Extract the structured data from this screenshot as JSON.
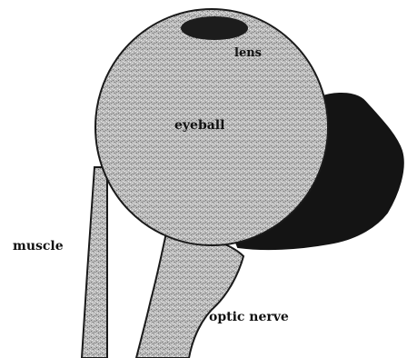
{
  "labels": {
    "lens": "lens",
    "eyeball": "eyeball",
    "muscle": "muscle",
    "optic_nerve": "optic nerve"
  },
  "colors": {
    "background": "#ffffff",
    "tissue": "#b9b9b9",
    "stipple_dark": "#6e6e6e",
    "stipple_light": "#ececec",
    "dark_mass": "#141414",
    "lens": "#1c1c1c",
    "outline": "#1a1a1a",
    "text": "#111111"
  }
}
